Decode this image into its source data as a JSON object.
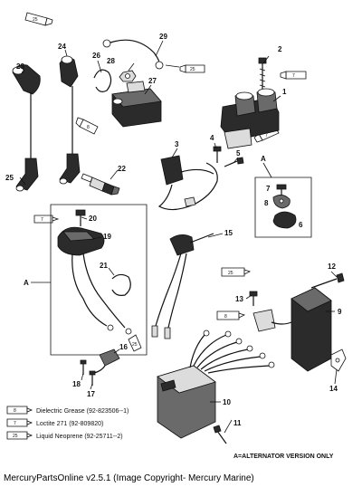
{
  "callouts": {
    "c1": "1",
    "c2": "2",
    "c3": "3",
    "c4": "4",
    "c5": "5",
    "c6": "6",
    "c7": "7",
    "c8": "8",
    "c9": "9",
    "c10": "10",
    "c11": "11",
    "c12": "12",
    "c13": "13",
    "c14": "14",
    "c15": "15",
    "c16": "16",
    "c17": "17",
    "c18": "18",
    "c19": "19",
    "c20": "20",
    "c21": "21",
    "c22": "22",
    "c23": "23",
    "c24": "24",
    "c25": "25",
    "c26": "26",
    "c27": "27",
    "c28": "28",
    "c29": "29"
  },
  "detail_labels": {
    "a_left": "A",
    "a_right": "A"
  },
  "tube_labels": {
    "t25": "25",
    "t7": "7",
    "t8": "8"
  },
  "legend": [
    {
      "code": "8",
      "text": "Dielectric Grease (92-823506--1)"
    },
    {
      "code": "7",
      "text": "Loctite 271 (92-809820)"
    },
    {
      "code": "25",
      "text": "Liquid Neoprene (92-25711--2)"
    }
  ],
  "note": "A=ALTERNATOR VERSION ONLY",
  "caption": "MercuryPartsOnline v2.5.1 (Image Copyright- Mercury Marine)"
}
